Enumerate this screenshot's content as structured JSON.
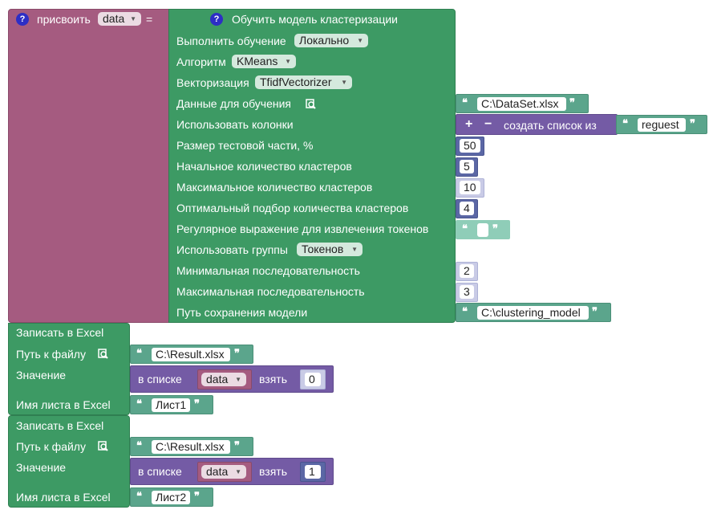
{
  "assign_block": {
    "label": "присвоить",
    "var": "data",
    "eq": "="
  },
  "train_block": {
    "title": "Обучить модель кластеризации",
    "rows": [
      {
        "label": "Выполнить обучение",
        "dropdown": "Локально"
      },
      {
        "label": "Алгоритм",
        "dropdown": "KMeans"
      },
      {
        "label": "Векторизация",
        "dropdown": "TfidfVectorizer"
      },
      {
        "label": "Данные для обучения",
        "text_value": "C:\\DataSet.xlsx"
      },
      {
        "label": "Использовать колонки",
        "list_label": "создать список из",
        "list_item": "reguest"
      },
      {
        "label": "Размер тестовой части, %",
        "number": "50"
      },
      {
        "label": "Начальное количество кластеров",
        "number": "5"
      },
      {
        "label": "Максимальное количество кластеров",
        "number": "10"
      },
      {
        "label": "Оптимальный подбор количества кластеров",
        "number": "4"
      },
      {
        "label": "Регулярное выражение для извлечения токенов",
        "text_value": ""
      },
      {
        "label": "Использовать группы",
        "dropdown": "Токенов"
      },
      {
        "label": "Минимальная последовательность",
        "number": "2"
      },
      {
        "label": "Максимальная последовательность",
        "number": "3"
      },
      {
        "label": "Путь сохранения модели",
        "text_value": "C:\\clustering_model"
      }
    ]
  },
  "excel_blocks": [
    {
      "title": "Записать в Excel",
      "path_label": "Путь к файлу",
      "path": "C:\\Result.xlsx",
      "value_label": "Значение",
      "in_list": "в списке",
      "var": "data",
      "take": "взять",
      "index": "0",
      "sheet_label": "Имя листа в Excel",
      "sheet": "Лист1"
    },
    {
      "title": "Записать в Excel",
      "path_label": "Путь к файлу",
      "path": "C:\\Result.xlsx",
      "value_label": "Значение",
      "in_list": "в списке",
      "var": "data",
      "take": "взять",
      "index": "1",
      "sheet_label": "Имя листа в Excel",
      "sheet": "Лист2"
    }
  ],
  "icons": {
    "help": "?",
    "plus": "+",
    "minus": "−",
    "open_quote": "❝",
    "close_quote": "❞",
    "dropdown_arrow": "▼"
  },
  "colors": {
    "assign": "#a55b80",
    "train": "#3d9a64",
    "text": "#5ba58c",
    "list": "#745ba5",
    "number": "#5b67a5",
    "help": "#2d2ec5"
  }
}
